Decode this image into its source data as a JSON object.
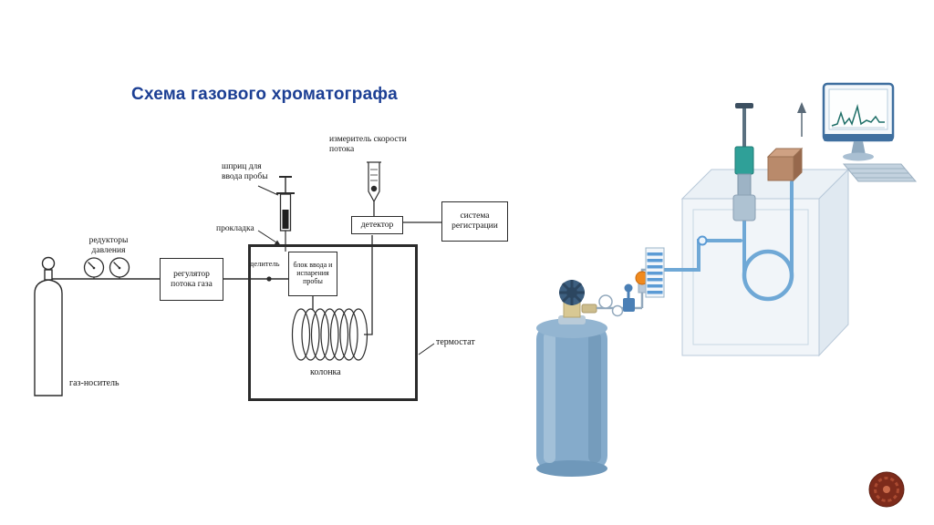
{
  "slide": {
    "title": "Схема газового хроматографа"
  },
  "schematic": {
    "labels": {
      "pressure_reducers": "редукторы давления",
      "flow_regulator": "регулятор потока газа",
      "carrier_gas": "газ-носитель",
      "splitter": "делитель",
      "septum": "прокладка",
      "syringe": "шприц для ввода пробы",
      "injector_block": "блок ввода и испарения пробы",
      "flow_meter": "измеритель скорости потока",
      "detector": "детектор",
      "recording_system": "система регистрации",
      "column": "колонка",
      "thermostat": "термостат"
    }
  },
  "illustration": {
    "parts": [
      "gas-cylinder",
      "pressure-regulator",
      "shutoff-valve",
      "filter-column",
      "oven",
      "syringe-injector",
      "column-coil",
      "detector-block",
      "monitor",
      "keyboard",
      "logo"
    ],
    "colors": {
      "cylinder_blue": "#85abcb",
      "tube_blue": "#6fa8d6",
      "syringe_teal": "#2fa098",
      "valve_orange": "#f08a1e",
      "detector_brown": "#b98a6b",
      "monitor_frame": "#3f6f9f",
      "logo_maroon": "#7d2b1b"
    }
  },
  "colors": {
    "title_blue": "#1c3f94",
    "diagram_line": "#2b2b2b"
  }
}
